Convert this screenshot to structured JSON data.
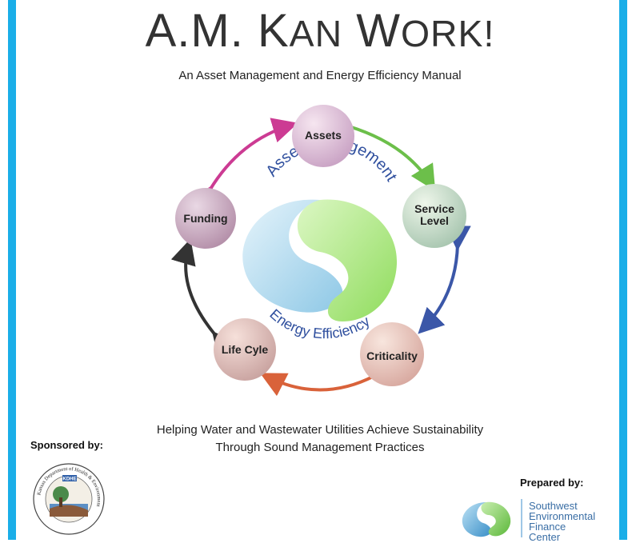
{
  "title": "A.M. Kan Work!",
  "subtitle": "An Asset Management and Energy Efficiency Manual",
  "cycle": {
    "nodes": [
      "Assets",
      "Service Level",
      "Criticality",
      "Life Cyle",
      "Funding"
    ],
    "center_top": "Asset Management",
    "center_bottom": "Energy Efficiency"
  },
  "tagline": [
    "Helping Water and Wastewater Utilities Achieve Sustainability",
    "Through Sound Management Practices"
  ],
  "sponsored_label": "Sponsored by:",
  "prepared_label": "Prepared by:",
  "kdhe_logo": {
    "ring_text": "Kansas Department of Health & Environment",
    "badge": "KDHE"
  },
  "swefc": {
    "name_lines": [
      "Southwest",
      "Environmental",
      "Finance",
      "Center"
    ]
  },
  "colors": {
    "frame": "#1aaee8",
    "arrow_assets_service": "#6cbf4a",
    "arrow_service_criticality": "#3b57a8",
    "arrow_criticality_lifecycle": "#d9623a",
    "arrow_lifecycle_funding": "#333333",
    "arrow_funding_assets": "#cc3b93"
  }
}
